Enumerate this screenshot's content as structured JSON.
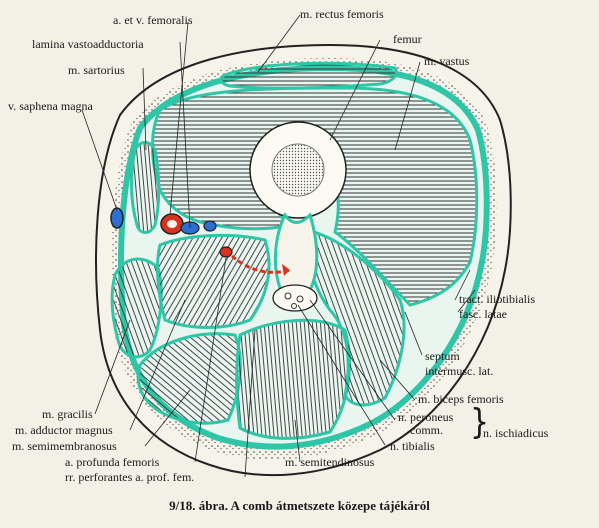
{
  "labels": {
    "femoral_vessels": "a. et v. femoralis",
    "lamina": "lamina vastoadductoria",
    "sartorius": "m. sartorius",
    "saphena": "v. saphena magna",
    "rectus": "m. rectus femoris",
    "femur": "femur",
    "vastus": "m. vastus",
    "tract": "tract. iliotibialis",
    "fasc": "fasc. latae",
    "septum1": "septum",
    "septum2": "intermusc. lat.",
    "biceps": "m. biceps femoris",
    "peroneus1": "n. peroneus",
    "peroneus2": "comm.",
    "tibialis": "n. tibialis",
    "ischiadicus": "n. ischiadicus",
    "gracilis": "m. gracilis",
    "adductor": "m. adductor magnus",
    "semimembranosus": "m. semimembranosus",
    "profunda": "a. profunda femoris",
    "perforantes": "rr. perforantes a. prof. fem.",
    "semitendinosus": "m. semitendinosus"
  },
  "caption": "9/18. ábra. A comb átmetszete közepe tájékáról",
  "colors": {
    "fascia": "#2fc6a8",
    "line": "#2a2a2a",
    "artery": "#d9321d",
    "vein": "#2b6fd0",
    "background": "#f3f1e6"
  }
}
